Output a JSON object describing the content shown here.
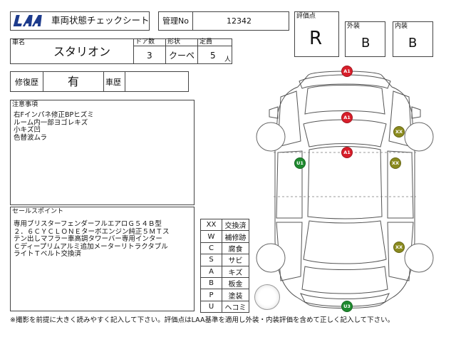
{
  "header": {
    "logo_text": "LAA",
    "sheet_title": "車両状態チェックシート",
    "management_no_label": "管理No",
    "management_no": "12342"
  },
  "grade": {
    "overall_label": "評価点",
    "overall_value": "R",
    "exterior_label": "外装",
    "exterior_value": "B",
    "interior_label": "内装",
    "interior_value": "B"
  },
  "vehicle": {
    "model_label": "車名",
    "model_value": "スタリオン",
    "doors_label": "ドア数",
    "doors_value": "3",
    "body_label": "形状",
    "body_value": "クーペ",
    "capacity_label": "定員",
    "capacity_value": "5",
    "capacity_unit": "人"
  },
  "history": {
    "repair_label": "修復歴",
    "repair_value": "有",
    "car_history_label": "車歴",
    "car_history_value": ""
  },
  "remarks": {
    "label": "注意事項",
    "lines": [
      "右Fインパネ修正BPヒズミ",
      "ルーム内一部ヨゴレキズ",
      "小キズ凹",
      "色替波ムラ"
    ]
  },
  "sales_points": {
    "label": "セールスポイント",
    "lines": [
      "専用ブリスターフェンダーフルエアロＧ５４Ｂ型",
      "２．６ＣＹＣＬＯＮＥターボエンジン純正５ＭＴス",
      "テン出しマフラー車高調タワーバー専用インター",
      "Ｃディープリムアルミ追加メーターリトラクタブル",
      "ライトＴベルト交換済"
    ]
  },
  "legend": [
    {
      "code": "XX",
      "desc": "交換済"
    },
    {
      "code": "W",
      "desc": "補修跡"
    },
    {
      "code": "C",
      "desc": "腐食"
    },
    {
      "code": "S",
      "desc": "サビ"
    },
    {
      "code": "A",
      "desc": "キズ"
    },
    {
      "code": "B",
      "desc": "板金"
    },
    {
      "code": "P",
      "desc": "塗装"
    },
    {
      "code": "U",
      "desc": "ヘコミ"
    }
  ],
  "damage_markers": [
    {
      "label": "A1",
      "color": "#d81e2a"
    },
    {
      "label": "A1",
      "color": "#d81e2a"
    },
    {
      "label": "A1",
      "color": "#d81e2a"
    },
    {
      "label": "XX",
      "color": "#8a8a1e"
    },
    {
      "label": "U1",
      "color": "#1e8a2e"
    },
    {
      "label": "XX",
      "color": "#8a8a1e"
    },
    {
      "label": "XX",
      "color": "#8a8a1e"
    },
    {
      "label": "U3",
      "color": "#1e8a2e"
    }
  ],
  "footer_note": "※撮影を前提に大きく読みやすく記入して下さい。評価点はLAA基準を適用し外装・内装評価を含めて正しく記入して下さい。"
}
